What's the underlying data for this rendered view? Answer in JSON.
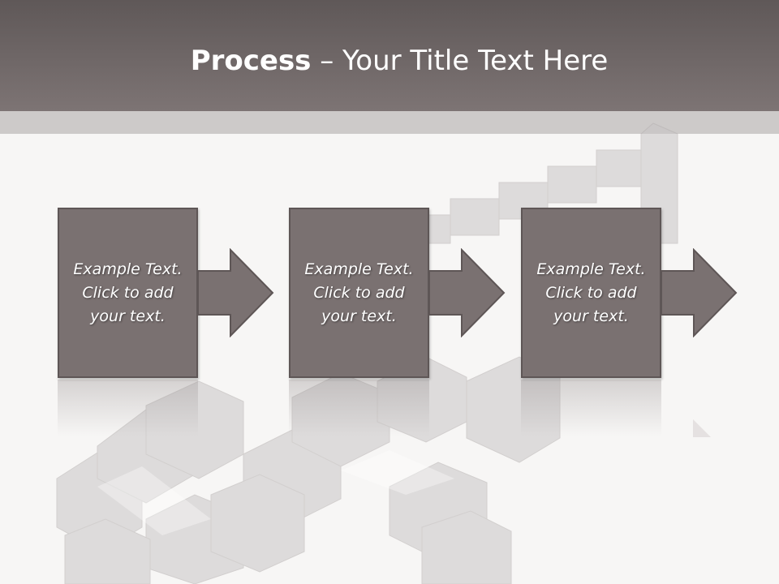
{
  "slide": {
    "title_bold": "Process",
    "title_rest": " – Your Title Text Here"
  },
  "steps": [
    {
      "text": "Example Text.\nClick  to add\nyour text."
    },
    {
      "text": "Example Text.\nClick  to add\nyour text."
    },
    {
      "text": "Example Text.\nClick  to add\nyour text."
    }
  ],
  "colors": {
    "header": "#6e6666",
    "box": "#7a7171",
    "box_border": "#5e5656",
    "band": "#cdcac9",
    "background": "#f7f6f5"
  }
}
